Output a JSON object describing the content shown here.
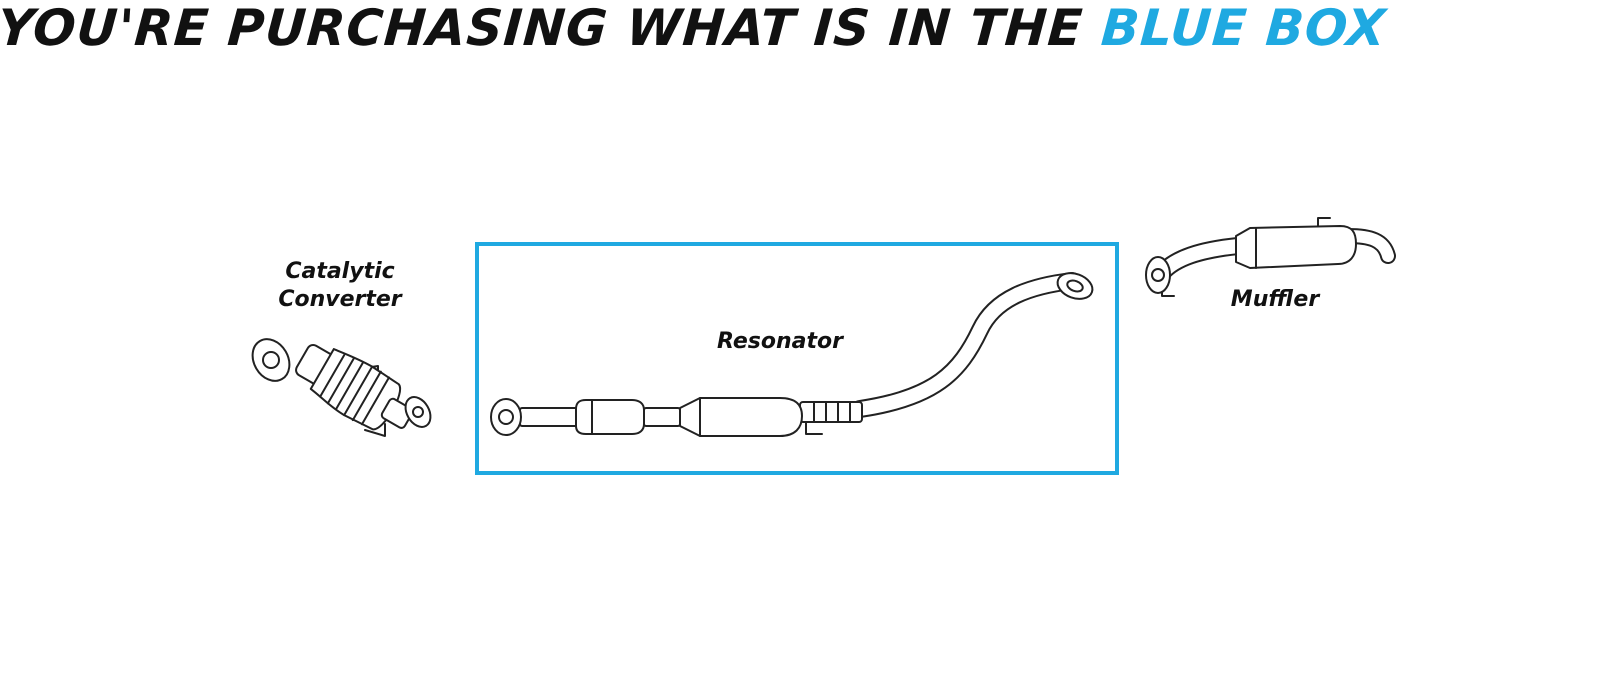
{
  "headline": {
    "prefix": "YOU'RE PURCHASING WHAT IS IN THE ",
    "highlight": "BLUE BOX"
  },
  "parts": {
    "catalytic_converter": {
      "label_line1": "Catalytic",
      "label_line2": "Converter",
      "icon": "catalytic-converter-illustration"
    },
    "resonator": {
      "label": "Resonator",
      "icon": "resonator-pipe-illustration"
    },
    "muffler": {
      "label": "Muffler",
      "icon": "muffler-illustration"
    }
  },
  "colors": {
    "accent": "#1fa9e1",
    "text": "#111111",
    "line": "#222222"
  }
}
